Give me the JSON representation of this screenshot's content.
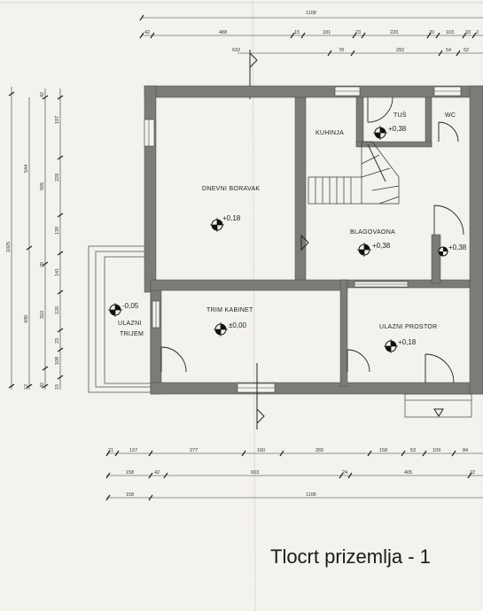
{
  "caption": "Tlocrt prizemlja - 1",
  "rooms": {
    "dnevni_boravak": "DNEVNI BORAVAK",
    "kuhinja": "KUHINJA",
    "tus": "TUŠ",
    "wc": "WC",
    "blagovaona": "BLAGOVAONA",
    "trim_kabinet": "TRIM KABINET",
    "ulazni_prostor": "ULAZNI PROSTOR",
    "ulazni_trijem_1": "ULAZNI",
    "ulazni_trijem_2": "TRIJEM"
  },
  "levels": {
    "dnevni_boravak": "+0,18",
    "tus": "+0,38",
    "blagovaona": "+0,38",
    "wc_entry": "+0,38",
    "trijem": "-0,05",
    "trim_kabinet": "±0,00",
    "ulazni_prostor": "+0,18"
  },
  "dims_top": {
    "total": "1108",
    "r2": [
      "42",
      "488",
      "15",
      "181",
      "23",
      "220",
      "20",
      "103",
      "33",
      "2"
    ],
    "r3": [
      "632",
      "78",
      "292",
      "54",
      "52"
    ]
  },
  "dims_bottom": {
    "r1": [
      "21",
      "137",
      "277",
      "160",
      "265",
      "158",
      "53",
      "109",
      "84"
    ],
    "r2": [
      "158",
      "42",
      "603",
      "24",
      "405",
      "22"
    ],
    "r3": [
      "158",
      "1106"
    ]
  },
  "dims_left": {
    "total": "1025",
    "c2": [
      "544",
      "430",
      "12"
    ],
    "c3": [
      "42",
      "505",
      "29",
      "310",
      "42"
    ],
    "c4": [
      "197",
      "228",
      "139",
      "141",
      "120",
      "23",
      "108",
      "15"
    ]
  }
}
